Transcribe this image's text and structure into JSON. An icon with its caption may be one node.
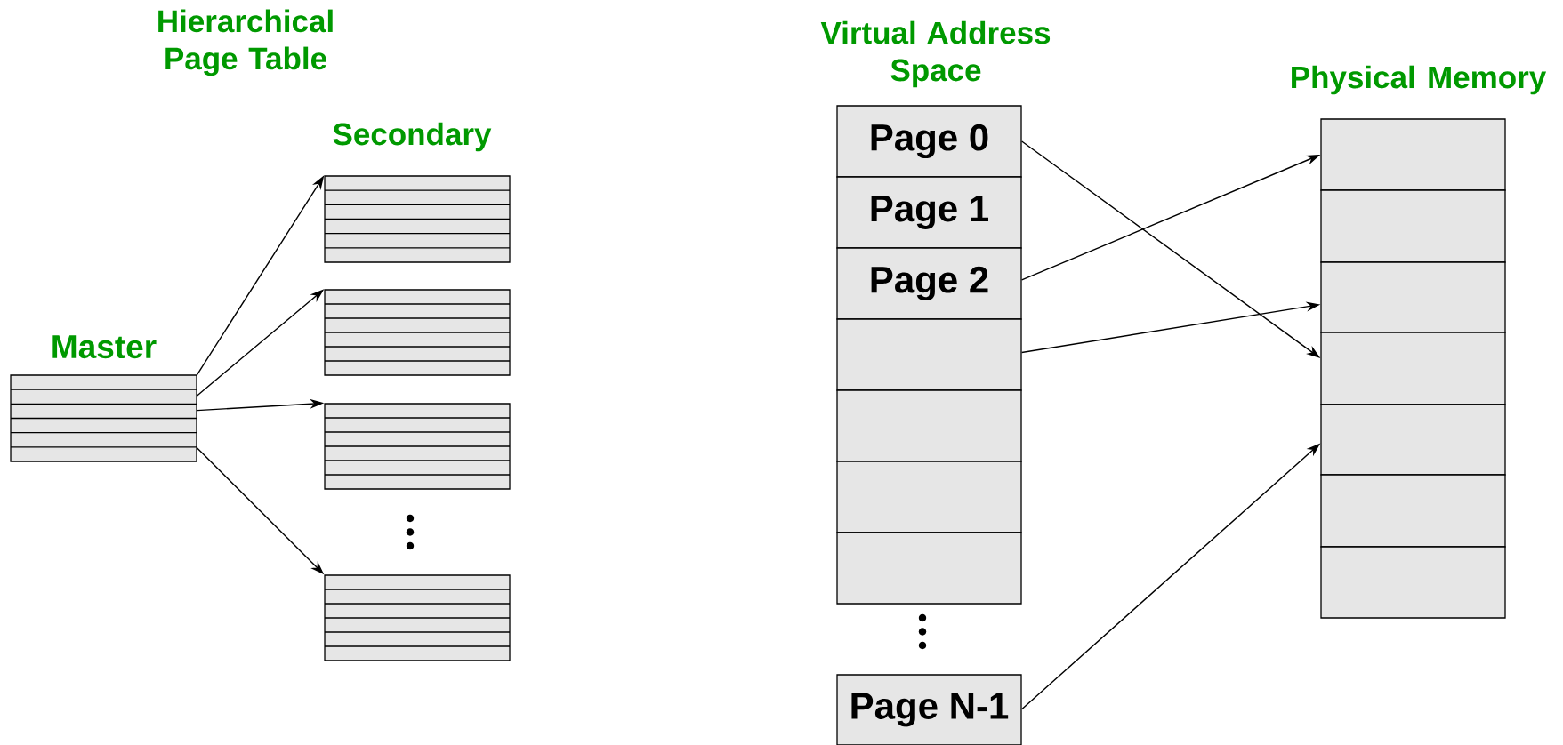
{
  "diagram": {
    "nodes": [
      {
        "text": [
          "Master"
        ]
      },
      {
        "text": [],
        "shape": "box"
      },
      {
        "text": [],
        "shape": "box"
      },
      {
        "text": [],
        "shape": "box"
      },
      {
        "text": [],
        "shape": "box"
      },
      {
        "text": [
          "Page 0"
        ]
      },
      {
        "text": [
          "Page 1"
        ]
      },
      {
        "text": [
          "Page 2"
        ]
      },
      {
        "text": [],
        "shape": "box"
      },
      {
        "text": [],
        "shape": "box"
      },
      {
        "text": [],
        "shape": "box"
      },
      {
        "text": [],
        "shape": "box"
      },
      {
        "text": [
          "Page N-1"
        ]
      },
      {
        "text": [],
        "shape": "box"
      },
      {
        "text": [],
        "shape": "box"
      },
      {
        "text": [],
        "shape": "box"
      },
      {
        "text": [],
        "shape": "box"
      },
      {
        "text": [],
        "shape": "box"
      },
      {
        "text": [],
        "shape": "box"
      },
      {
        "text": [],
        "shape": "box"
      }
    ],
    "edges": [
      {
        "from": 0,
        "to": 1,
        "arrow": "to"
      },
      {
        "from": 0,
        "to": 2,
        "arrow": "to"
      },
      {
        "from": 0,
        "to": 3,
        "arrow": "to"
      },
      {
        "from": 0,
        "to": 4,
        "arrow": "to"
      },
      {
        "from": 5,
        "to": 16,
        "arrow": "to"
      },
      {
        "from": 7,
        "to": 13,
        "arrow": "to"
      },
      {
        "from": 8,
        "to": 15,
        "arrow": "to"
      },
      {
        "from": 12,
        "to": 17,
        "arrow": "to"
      }
    ],
    "labels": [
      "Hierarchical Page Table",
      "Secondary",
      "Virtual Address Space",
      "Physical Memory"
    ]
  }
}
